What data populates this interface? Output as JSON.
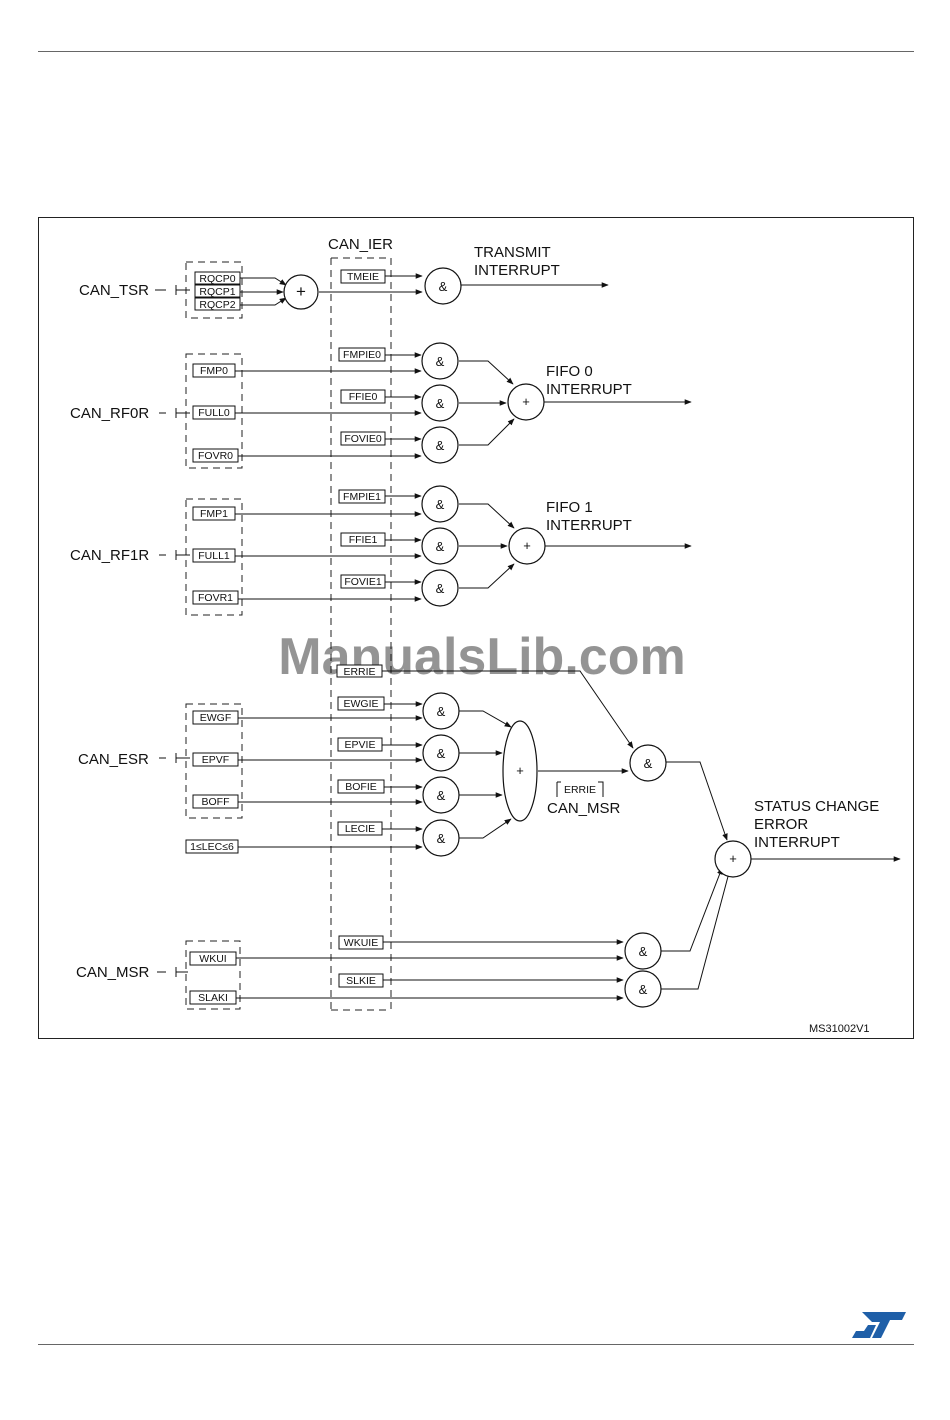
{
  "labels": {
    "can_ier": "CAN_IER",
    "can_tsr": "CAN_TSR",
    "can_rf0r": "CAN_RF0R",
    "can_rf1r": "CAN_RF1R",
    "can_esr": "CAN_ESR",
    "can_msr_left": "CAN_MSR",
    "can_msr_mid": "CAN_MSR",
    "transmit_1": "TRANSMIT",
    "transmit_2": "INTERRUPT",
    "fifo0_1": "FIFO 0",
    "fifo0_2": "INTERRUPT",
    "fifo1_1": "FIFO 1",
    "fifo1_2": "INTERRUPT",
    "status_1": "STATUS CHANGE",
    "status_2": "ERROR",
    "status_3": "INTERRUPT",
    "figure_id": "MS31002V1",
    "watermark": "ManualsLib.com"
  },
  "registers": {
    "rqcp0": "RQCP0",
    "rqcp1": "RQCP1",
    "rqcp2": "RQCP2",
    "fmp0": "FMP0",
    "full0": "FULL0",
    "fovr0": "FOVR0",
    "fmp1": "FMP1",
    "full1": "FULL1",
    "fovr1": "FOVR1",
    "ewgf": "EWGF",
    "epvf": "EPVF",
    "boff": "BOFF",
    "lec": "1≤LEC≤6",
    "wkui": "WKUI",
    "slaki": "SLAKI",
    "tmeie": "TMEIE",
    "fmpie0": "FMPIE0",
    "ffie0": "FFIE0",
    "fovie0": "FOVIE0",
    "fmpie1": "FMPIE1",
    "ffie1": "FFIE1",
    "fovie1": "FOVIE1",
    "errie_ier": "ERRIE",
    "ewgie": "EWGIE",
    "epvie": "EPVIE",
    "bofie": "BOFIE",
    "lecie": "LECIE",
    "wkuie": "WKUIE",
    "slkie": "SLKIE",
    "errie_msr": "ERRIE"
  },
  "symbols": {
    "and": "&",
    "or": "+"
  },
  "colors": {
    "line": "#111111",
    "watermark": "#7fa9e8"
  }
}
